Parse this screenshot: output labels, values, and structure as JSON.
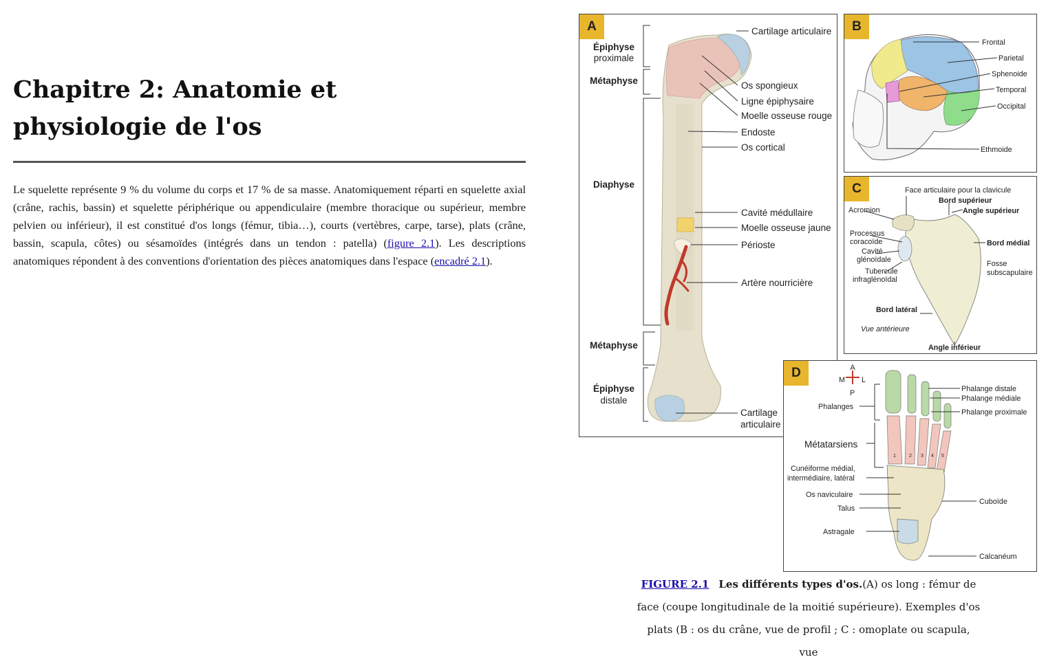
{
  "chapter": {
    "title_line1": "Chapitre 2: Anatomie et",
    "title_line2": "physiologie de l'os"
  },
  "paragraph": {
    "part1": "Le squelette représente 9 % du volume du corps et 17 % de sa masse. Anatomiquement réparti en squelette axial (crâne, rachis, bassin) et squelette périphérique ou appendiculaire (membre thoracique ou supérieur, membre pelvien ou inférieur), il est constitué d'os longs (fémur, tibia…), courts (vertèbres, carpe, tarse), plats (crâne, bassin, scapula, côtes) ou sésamoïdes (intégrés dans un tendon : patella) (",
    "link1": "figure 2.1",
    "part2": "). Les descriptions anatomiques répondent à des conventions d'orientation des pièces anatomiques dans l'espace (",
    "link2": "encadré 2.1",
    "part3": ")."
  },
  "panelA": {
    "badge": "A",
    "left_labels": {
      "epiphyse": "Épiphyse",
      "proximale": "proximale",
      "metaphyse_top": "Métaphyse",
      "diaphyse": "Diaphyse",
      "metaphyse_bottom": "Métaphyse",
      "epiphyse2": "Épiphyse",
      "distale": "distale"
    },
    "right_labels": {
      "cartilage": "Cartilage articulaire",
      "spongieux": "Os spongieux",
      "ligne": "Ligne épiphysaire",
      "moelle_rouge": "Moelle osseuse rouge",
      "endoste": "Endoste",
      "cortical": "Os cortical",
      "cavite": "Cavité médullaire",
      "moelle_jaune": "Moelle osseuse jaune",
      "perioste": "Périoste",
      "artere": "Artère nourricière",
      "cartilage2_l1": "Cartilage",
      "cartilage2_l2": "articulaire"
    }
  },
  "panelB": {
    "badge": "B",
    "labels": {
      "frontal": "Frontal",
      "parietal": "Parietal",
      "sphenoide": "Sphenoide",
      "temporal": "Temporal",
      "occipital": "Occipital",
      "ethmoide": "Ethmoide"
    }
  },
  "panelC": {
    "badge": "C",
    "labels": {
      "face_clav": "Face articulaire pour la clavicule",
      "bord_sup": "Bord supérieur",
      "angle_sup": "Angle supérieur",
      "acromion": "Acromion",
      "processus_l1": "Processus",
      "processus_l2": "coracoïde",
      "cavite_l1": "Cavité",
      "cavite_l2": "glénoïdale",
      "tubercule_l1": "Tubercule",
      "tubercule_l2": "infraglénoïdal",
      "bord_med": "Bord médial",
      "fosse_l1": "Fosse",
      "fosse_l2": "subscapulaire",
      "bord_lat": "Bord latéral",
      "vue": "Vue antérieure",
      "angle_inf": "Angle inférieur"
    }
  },
  "panelD": {
    "badge": "D",
    "compass": {
      "a": "A",
      "m": "M",
      "l": "L",
      "p": "P"
    },
    "labels": {
      "phalanges": "Phalanges",
      "metatarsiens": "Métatarsiens",
      "cuneiforme_l1": "Cunéiforme médial,",
      "cuneiforme_l2": "intermédiaire, latéral",
      "naviculaire": "Os naviculaire",
      "talus": "Talus",
      "astragale": "Astragale",
      "ph_distale": "Phalange distale",
      "ph_mediale": "Phalange médiale",
      "ph_proximale": "Phalange proximale",
      "cuboide": "Cuboïde",
      "calcaneum": "Calcanéum"
    },
    "numbers": [
      "1",
      "2",
      "3",
      "4",
      "5"
    ]
  },
  "caption": {
    "link": "FIGURE 2.1",
    "bold": "Les différents types d'os.",
    "text": "(A) os long : fémur de face (coupe longitudinale de la moitié supérieure). Exemples d'os plats (B : os du crâne, vue de profil ; C : omoplate ou scapula, vue"
  },
  "colors": {
    "badge": "#e8b62c",
    "bone": "#e6e0cc",
    "spongy": "#e9c2b8",
    "cartilage": "#b9d0e2",
    "marrow_yellow": "#f2d36b",
    "artery": "#c0392b",
    "frontal": "#f0ea8c",
    "parietal": "#9cc4e4",
    "temporal": "#f0b46a",
    "occipital": "#8fdc8a",
    "sphenoid": "#e69ad8",
    "phalange": "#b9d9a6",
    "metatarsal": "#f2c6bd"
  }
}
